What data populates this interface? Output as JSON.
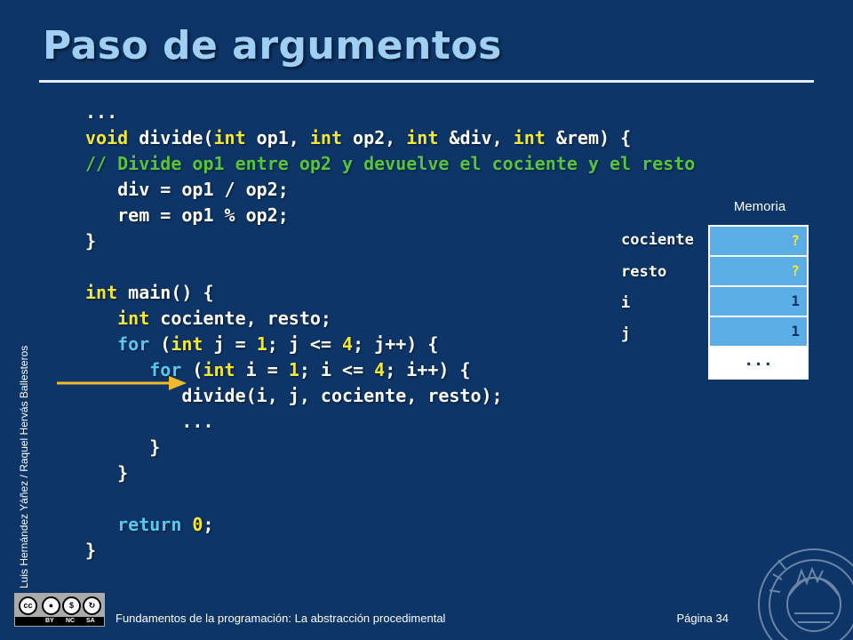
{
  "slide": {
    "title": "Paso de argumentos",
    "footer_text": "Fundamentos de la programación: La abstracción procedimental",
    "page_label": "Página 34",
    "side_credit": "Luis Hernández Yáñez / Raquel Hervás Ballesteros"
  },
  "code_lines": [
    [
      {
        "t": "...",
        "c": ""
      }
    ],
    [
      {
        "t": "void",
        "c": "kw"
      },
      {
        "t": " divide(",
        "c": ""
      },
      {
        "t": "int",
        "c": "kw"
      },
      {
        "t": " op1, ",
        "c": ""
      },
      {
        "t": "int",
        "c": "kw"
      },
      {
        "t": " op2, ",
        "c": ""
      },
      {
        "t": "int",
        "c": "kw"
      },
      {
        "t": " &div, ",
        "c": ""
      },
      {
        "t": "int",
        "c": "kw"
      },
      {
        "t": " &rem) {",
        "c": ""
      }
    ],
    [
      {
        "t": "// Divide op1 entre op2 y devuelve el cociente y el resto",
        "c": "cm"
      }
    ],
    [
      {
        "t": "   div = op1 / op2;",
        "c": ""
      }
    ],
    [
      {
        "t": "   rem = op1 % op2;",
        "c": ""
      }
    ],
    [
      {
        "t": "}",
        "c": ""
      }
    ],
    [
      {
        "t": "",
        "c": ""
      }
    ],
    [
      {
        "t": "int",
        "c": "kw"
      },
      {
        "t": " main() {",
        "c": ""
      }
    ],
    [
      {
        "t": "   ",
        "c": ""
      },
      {
        "t": "int",
        "c": "kw"
      },
      {
        "t": " cociente, resto;",
        "c": ""
      }
    ],
    [
      {
        "t": "   ",
        "c": ""
      },
      {
        "t": "for",
        "c": "kwb"
      },
      {
        "t": " (",
        "c": ""
      },
      {
        "t": "int",
        "c": "kw"
      },
      {
        "t": " j = ",
        "c": ""
      },
      {
        "t": "1",
        "c": "num"
      },
      {
        "t": "; j <= ",
        "c": ""
      },
      {
        "t": "4",
        "c": "num"
      },
      {
        "t": "; j++) {",
        "c": ""
      }
    ],
    [
      {
        "t": "      ",
        "c": ""
      },
      {
        "t": "for",
        "c": "kwb"
      },
      {
        "t": " (",
        "c": ""
      },
      {
        "t": "int",
        "c": "kw"
      },
      {
        "t": " i = ",
        "c": ""
      },
      {
        "t": "1",
        "c": "num"
      },
      {
        "t": "; i <= ",
        "c": ""
      },
      {
        "t": "4",
        "c": "num"
      },
      {
        "t": "; i++) {",
        "c": ""
      }
    ],
    [
      {
        "t": "         divide(i, j, cociente, resto);",
        "c": ""
      }
    ],
    [
      {
        "t": "         ...",
        "c": ""
      }
    ],
    [
      {
        "t": "      }",
        "c": ""
      }
    ],
    [
      {
        "t": "   }",
        "c": ""
      }
    ],
    [
      {
        "t": "",
        "c": ""
      }
    ],
    [
      {
        "t": "   ",
        "c": ""
      },
      {
        "t": "return",
        "c": "kwb"
      },
      {
        "t": " ",
        "c": ""
      },
      {
        "t": "0",
        "c": "num"
      },
      {
        "t": ";",
        "c": ""
      }
    ],
    [
      {
        "t": "}",
        "c": ""
      }
    ]
  ],
  "memory": {
    "title": "Memoria",
    "rows": [
      {
        "label": "cociente",
        "value": "?",
        "kind": "q"
      },
      {
        "label": "resto",
        "value": "?",
        "kind": "q"
      },
      {
        "label": "i",
        "value": "1",
        "kind": "v"
      },
      {
        "label": "j",
        "value": "1",
        "kind": "v"
      }
    ],
    "overflow": "..."
  },
  "license": {
    "by": "BY",
    "nc": "NC",
    "sa": "SA"
  },
  "colors": {
    "background": "#0d3567",
    "title": "#9fd0f4",
    "keyword": "#f3e63a",
    "control_keyword": "#58c8f0",
    "comment": "#55c43f",
    "memory_cell": "#5baee5",
    "arrow": "#f2b92a"
  },
  "icons": {
    "arrow": "right-arrow-icon",
    "seal": "university-seal-icon",
    "license": "creative-commons-license-icon"
  }
}
